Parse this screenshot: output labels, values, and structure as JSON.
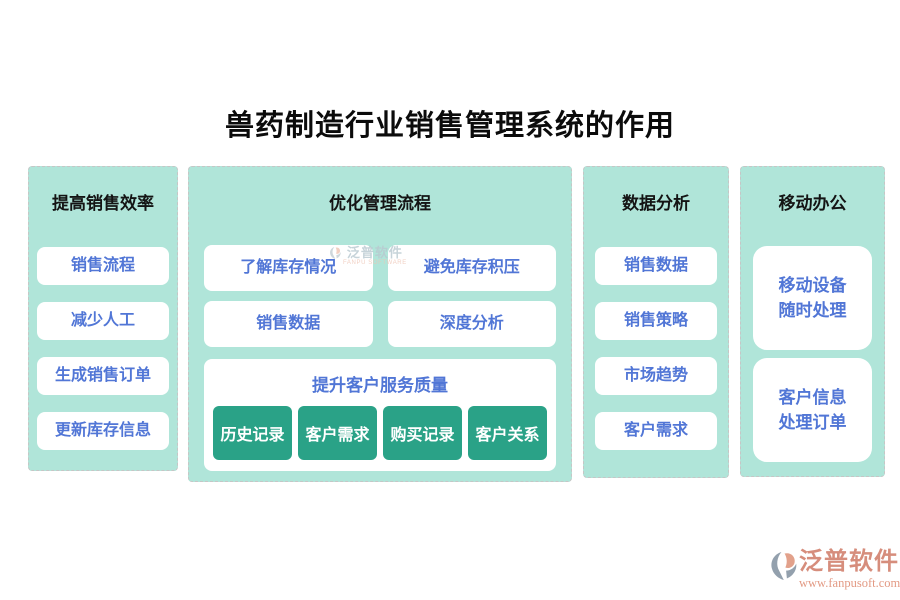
{
  "title": "兽药制造行业销售管理系统的作用",
  "columns": [
    {
      "header": "提高销售效率",
      "items": [
        "销售流程",
        "减少人工",
        "生成销售订单",
        "更新库存信息"
      ]
    },
    {
      "header": "优化管理流程",
      "items": [
        "了解库存情况",
        "避免库存积压",
        "销售数据",
        "深度分析"
      ],
      "subpanel": {
        "title": "提升客户服务质量",
        "buttons": [
          "历史记录",
          "客户需求",
          "购买记录",
          "客户关系"
        ]
      }
    },
    {
      "header": "数据分析",
      "items": [
        "销售数据",
        "销售策略",
        "市场趋势",
        "客户需求"
      ]
    },
    {
      "header": "移动办公",
      "items": [
        "移动设备\n随时处理",
        "客户信息\n处理订单"
      ]
    }
  ],
  "watermark": {
    "text": "泛普软件",
    "subtext": "FANPU SOFTWARE"
  },
  "footer_logo": {
    "name": "泛普软件",
    "url": "www.fanpusoft.com"
  },
  "icons": {
    "watermark_logo": "fanpu-logo-icon",
    "footer_logo": "fanpu-logo-icon"
  },
  "colors": {
    "column_bg": "#b0e5d9",
    "card_text": "#5176d6",
    "button_bg": "#2aa287",
    "title_text": "#0b0b0b",
    "logo_text": "#d68d7c",
    "logo_url": "#e39a84"
  }
}
